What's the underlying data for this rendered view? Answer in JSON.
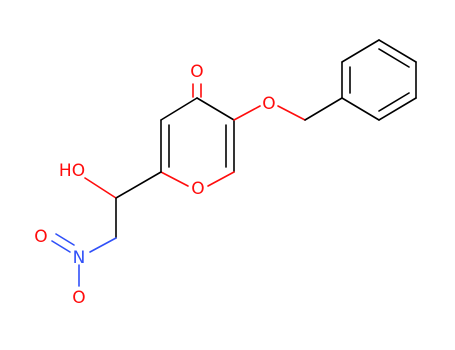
{
  "molecule": {
    "colors": {
      "carbon_bond": "#000000",
      "oxygen": "#ff0d0d",
      "nitrogen": "#3050f8",
      "background": "#ffffff"
    },
    "atom_labels": {
      "ketone_oxygen": "O",
      "ether_oxygen": "O",
      "ring_oxygen": "O",
      "hydroxyl": "HO",
      "nitro_nitrogen": "N",
      "nitro_oxygen_top": "O",
      "nitro_oxygen_bottom": "O"
    }
  }
}
